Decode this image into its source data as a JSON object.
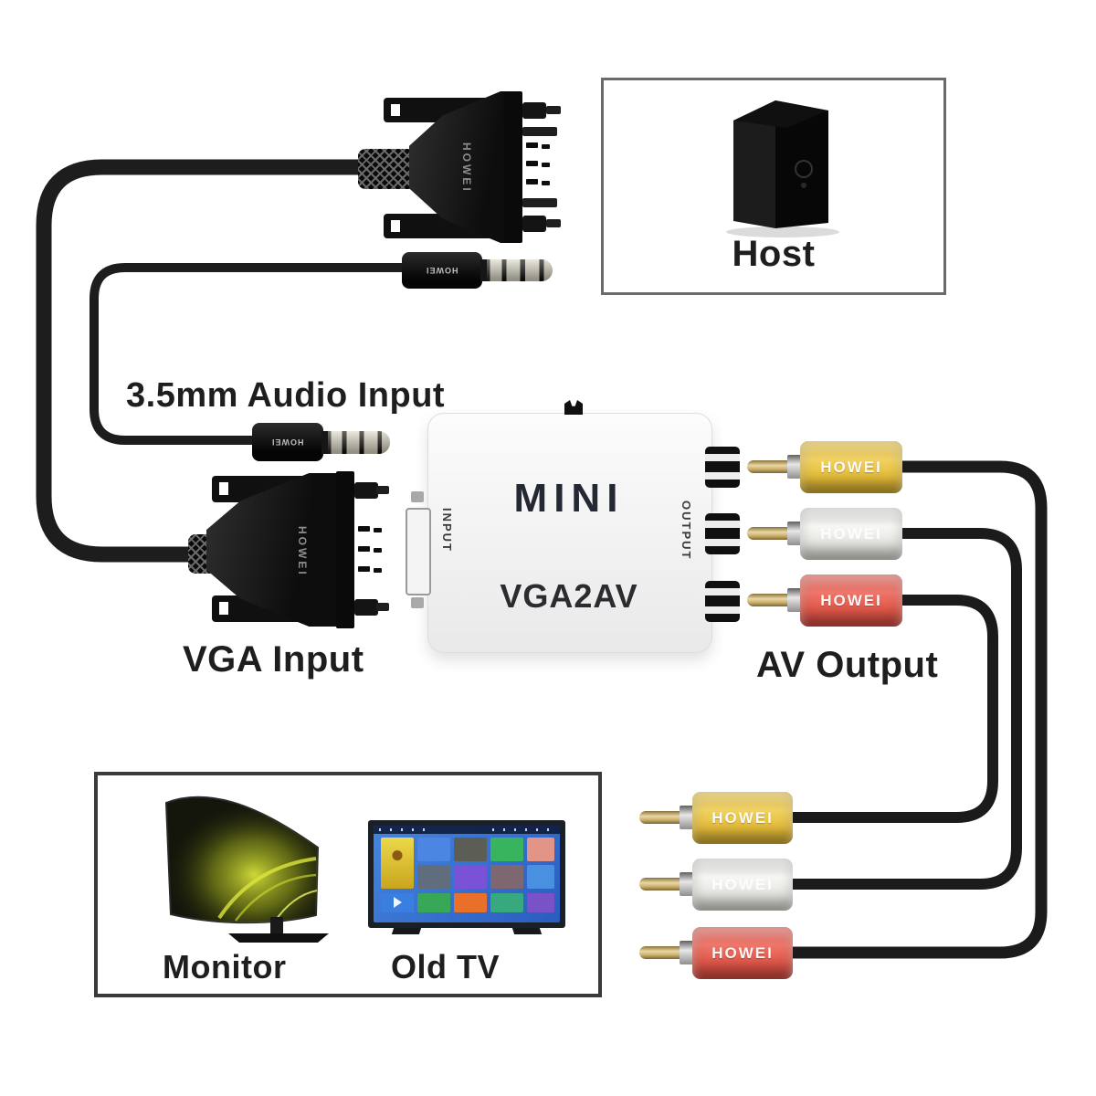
{
  "brand": "HOWEI",
  "labels": {
    "audio_input": "3.5mm Audio Input",
    "vga_input": "VGA Input",
    "av_output": "AV Output"
  },
  "host_box": {
    "label": "Host"
  },
  "devices_box": {
    "monitor": "Monitor",
    "old_tv": "Old TV"
  },
  "converter": {
    "logo": "MINI",
    "model": "VGA2AV",
    "input_port_label": "INPUT",
    "output_port_label": "OUTPUT"
  },
  "av_plugs": {
    "near_converter_top_to_bottom": [
      "yellow",
      "white",
      "red"
    ],
    "far_end_top_to_bottom": [
      "yellow",
      "white",
      "red"
    ]
  },
  "colors": {
    "rca_yellow": "#e6c035",
    "rca_white": "#e9e9e5",
    "rca_red": "#e25247",
    "cable_black": "#1d1d1d",
    "converter_body": "#f4f4f4",
    "logo_text": "#232833"
  }
}
